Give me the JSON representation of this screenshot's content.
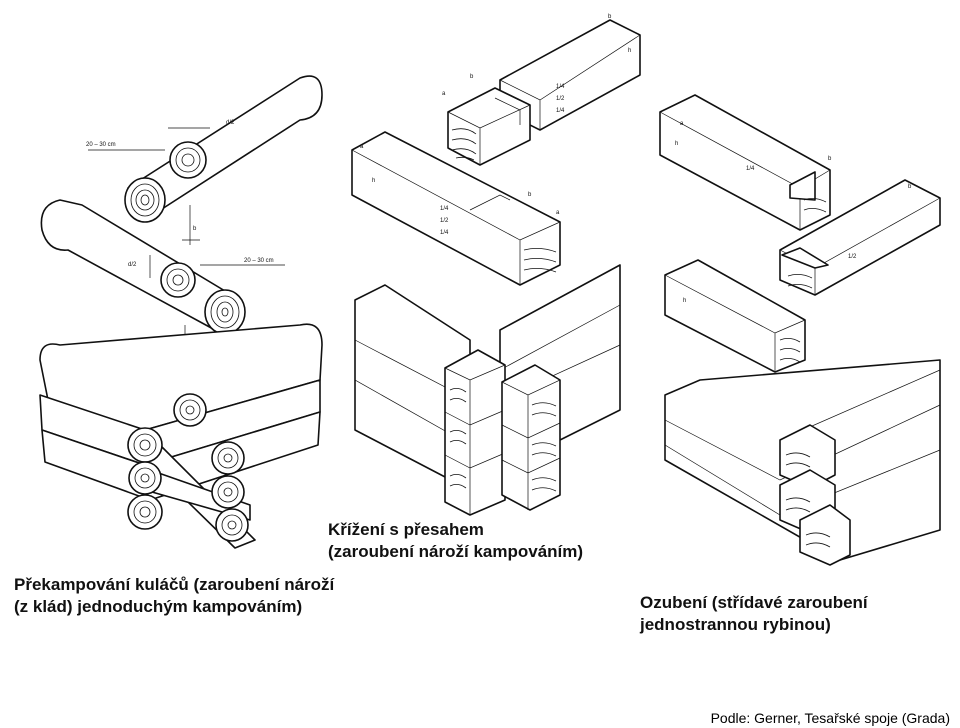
{
  "captions": {
    "left_line1": "Překampování kuláčů (zaroubení nároží",
    "left_line2": "(z klád) jednoduchým kampováním)",
    "middle_line1": "Křížení s přesahem",
    "middle_line2": "(zaroubení nároží kampováním)",
    "right_line1": "Ozubení (střídavé zaroubení",
    "right_line2": "jednostrannou rybinou)"
  },
  "dimension_labels": {
    "overhang_1": "20 – 30 cm",
    "overhang_2": "20 – 30 cm",
    "half_d_1": "d/2",
    "half_d_2": "d/2",
    "d": "d",
    "b": "b",
    "a": "a",
    "h": "h",
    "quarter": "1/4",
    "half": "1/2"
  },
  "source": "Podle: Gerner, Tesařské spoje (Grada)"
}
